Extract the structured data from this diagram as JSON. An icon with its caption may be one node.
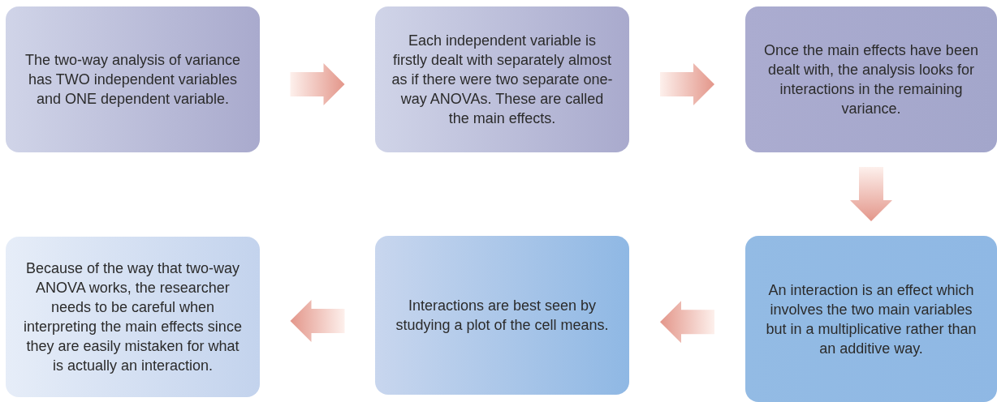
{
  "diagram": {
    "nodes": [
      {
        "text": [
          "The two-way analysis of variance has TWO independent variables and ONE dependent variable."
        ]
      },
      {
        "text": [
          "Each independent variable is firstly dealt with separately almost as if there were two separate one-way ANOVAs. These are called the main effects."
        ]
      },
      {
        "text": [
          "Once the main effects have been dealt with, the analysis looks for interactions in the remaining variance."
        ]
      },
      {
        "text": [
          "Because of the way that two-way ANOVA works, the researcher needs to be careful when interpreting the main effects since they are easily mistaken for what is actually an interaction."
        ]
      },
      {
        "text": [
          "Interactions are best seen by studying a plot of the cell means."
        ]
      },
      {
        "text": [
          "An interaction is an effect which involves the two main variables but in a multiplicative rather than an additive way."
        ]
      }
    ],
    "edges": [
      {
        "from": 0,
        "to": 1,
        "arrow": "to"
      },
      {
        "from": 1,
        "to": 2,
        "arrow": "to"
      },
      {
        "from": 2,
        "to": 5,
        "arrow": "to"
      },
      {
        "from": 5,
        "to": 4,
        "arrow": "to"
      },
      {
        "from": 4,
        "to": 3,
        "arrow": "to"
      }
    ]
  }
}
